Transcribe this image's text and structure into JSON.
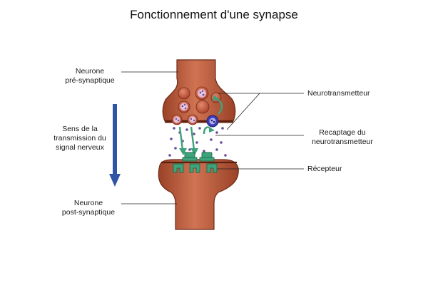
{
  "title": "Fonctionnement d'une synapse",
  "labels": {
    "pre_neuron_1": "Neurone",
    "pre_neuron_2": "pré-synaptique",
    "direction_1": "Sens de la",
    "direction_2": "transmission du",
    "direction_3": "signal nerveux",
    "post_neuron_1": "Neurone",
    "post_neuron_2": "post-synaptique",
    "neurotransmitter": "Neurotransmetteur",
    "reuptake_1": "Recaptage du",
    "reuptake_2": "neurotransmetteur",
    "receptor": "Récepteur"
  },
  "colors": {
    "neuron_fill": "#b8583a",
    "neuron_stroke": "#6e2a17",
    "receptor": "#3ea37a",
    "arrow_blue": "#2f55a4",
    "transmitter": "#6a4c9c",
    "transporter": "#3c3cb8"
  }
}
